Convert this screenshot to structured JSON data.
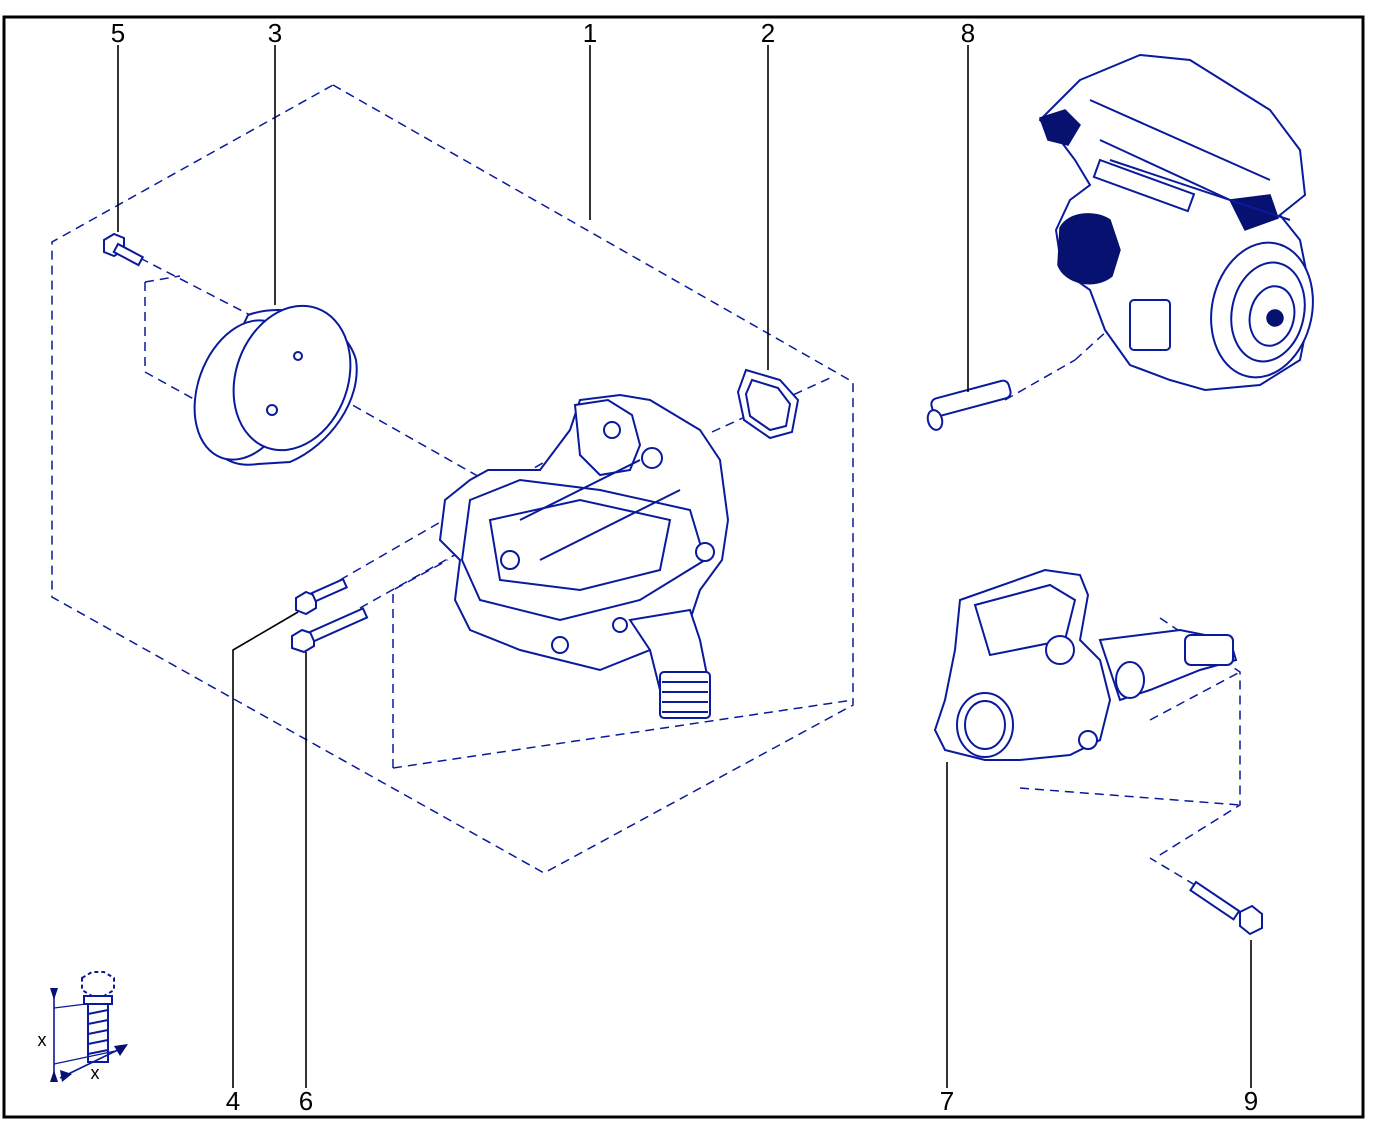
{
  "colors": {
    "frame": "#000000",
    "line_art": "#0a1a9c",
    "line_art_dark": "#061170",
    "background": "#ffffff"
  },
  "callouts": {
    "c1": "1",
    "c2": "2",
    "c3": "3",
    "c4": "4",
    "c5": "5",
    "c6": "6",
    "c7": "7",
    "c8": "8",
    "c9": "9"
  },
  "legend": {
    "x_vertical": "x",
    "x_horizontal": "x"
  }
}
